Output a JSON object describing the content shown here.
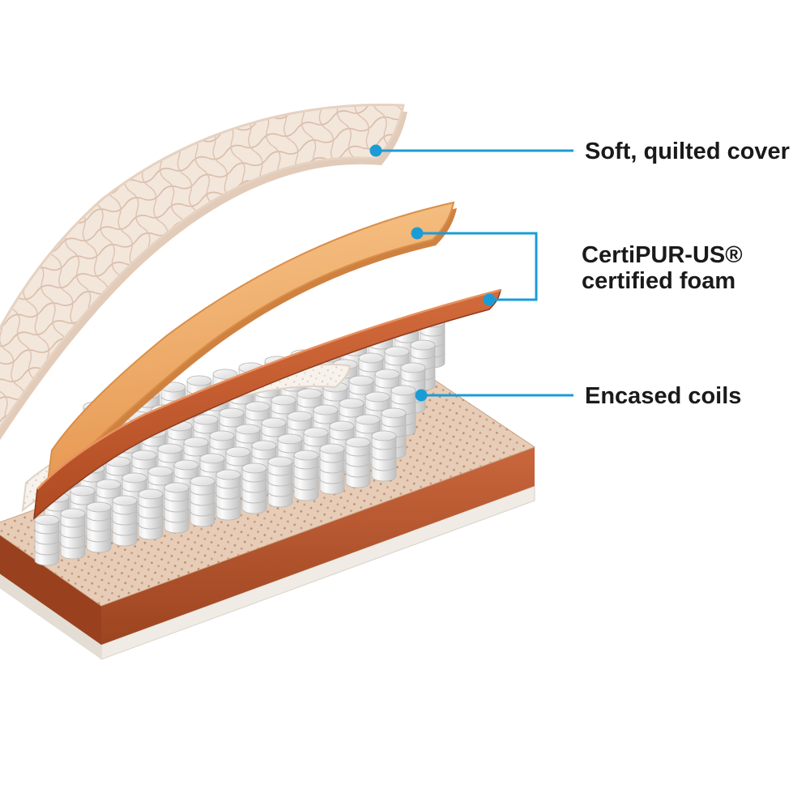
{
  "figure": {
    "description": "Mattress layer cutaway diagram",
    "background_color": "#ffffff",
    "accent_color": "#1b9cd6",
    "text_color": "#1a1a1a",
    "callouts": {
      "cover": {
        "label": "Soft, quilted cover"
      },
      "foam": {
        "label_line1": "CertiPUR-US®",
        "label_line2": "certified foam"
      },
      "coils": {
        "label": "Encased coils"
      }
    },
    "layers": {
      "quilted_cover_color": "#f3e7dc",
      "foam_color": "#f2b277",
      "dense_foam_color": "#c2552e",
      "latex_sheet_color": "#f7f2ec",
      "coil_color": "#e2e2e2",
      "base_color": "#bf5b32",
      "base_bottom_color": "#f2ede8"
    }
  }
}
